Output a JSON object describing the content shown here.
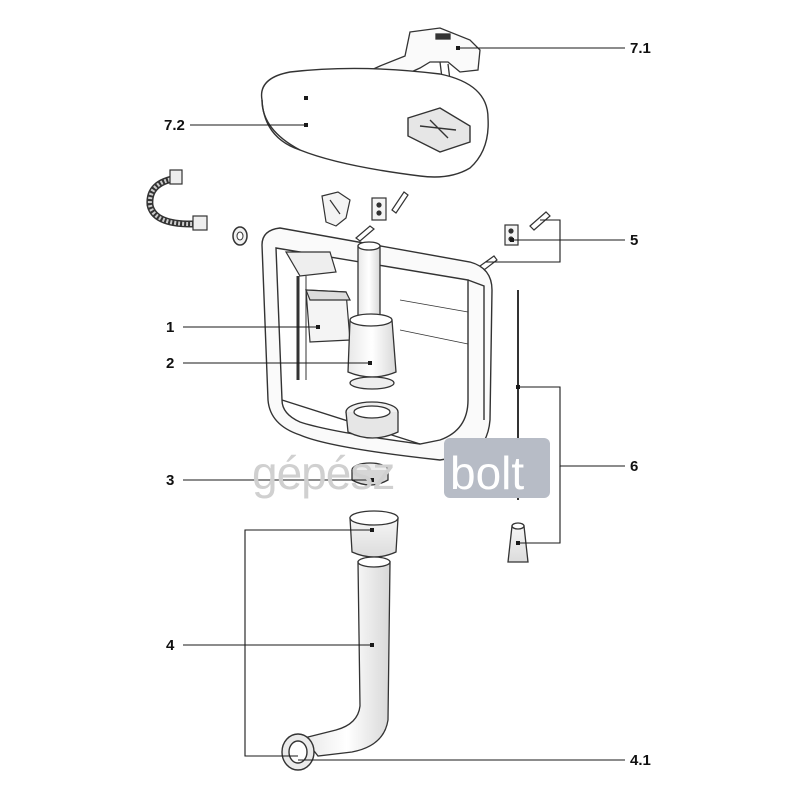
{
  "callouts": {
    "c71": "7.1",
    "c72": "7.2",
    "c5": "5",
    "c1": "1",
    "c2": "2",
    "c6": "6",
    "c3": "3",
    "c4": "4",
    "c41": "4.1"
  },
  "watermark": {
    "part1": "gépész",
    "part2": "bolt",
    "box_color": "#b7bcc6"
  },
  "colors": {
    "line": "#1a1a1a",
    "outline": "#333333"
  }
}
